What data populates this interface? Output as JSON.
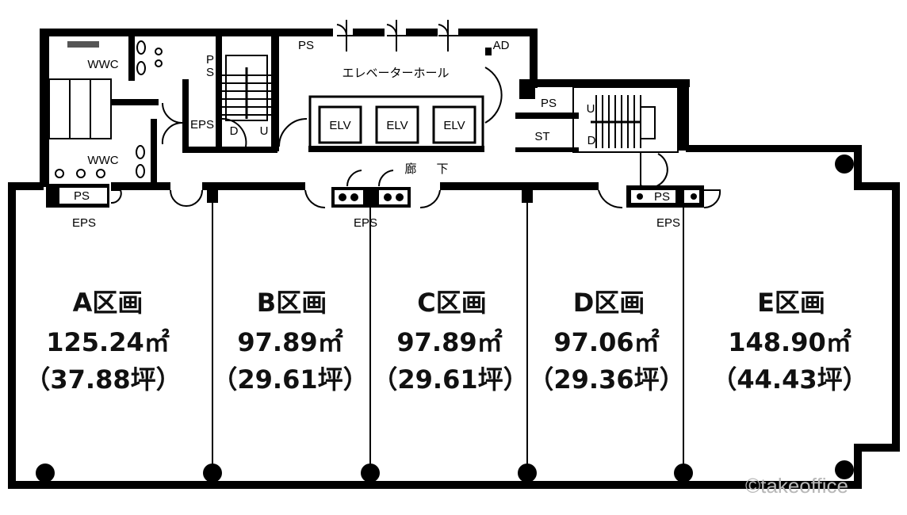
{
  "plan": {
    "core_labels": {
      "wwc_upper": "WWC",
      "wwc_lower": "WWC",
      "ps_top": "PS",
      "ps_vertical_p": "P",
      "ps_vertical_s": "S",
      "eps_core": "EPS",
      "stair_left_down": "D",
      "stair_left_up": "U",
      "elevator_hall": "エレベーターホール",
      "elv": [
        "ELV",
        "ELV",
        "ELV"
      ],
      "ad": "AD",
      "ps_right": "PS",
      "st": "ST",
      "stair_right_up": "U",
      "stair_right_down": "D",
      "corridor_1": "廊",
      "corridor_2": "下",
      "ps_left_bottom": "PS",
      "eps_left": "EPS",
      "eps_center": "EPS",
      "ps_right_bottom": "PS",
      "eps_right": "EPS"
    },
    "units": [
      {
        "name": "A区画",
        "area_m2": "125.24㎡",
        "area_tsubo": "（37.88坪）"
      },
      {
        "name": "B区画",
        "area_m2": "97.89㎡",
        "area_tsubo": "（29.61坪）"
      },
      {
        "name": "C区画",
        "area_m2": "97.89㎡",
        "area_tsubo": "（29.61坪）"
      },
      {
        "name": "D区画",
        "area_m2": "97.06㎡",
        "area_tsubo": "（29.36坪）"
      },
      {
        "name": "E区画",
        "area_m2": "148.90㎡",
        "area_tsubo": "（44.43坪）"
      }
    ],
    "watermark": "©takeoffice"
  }
}
